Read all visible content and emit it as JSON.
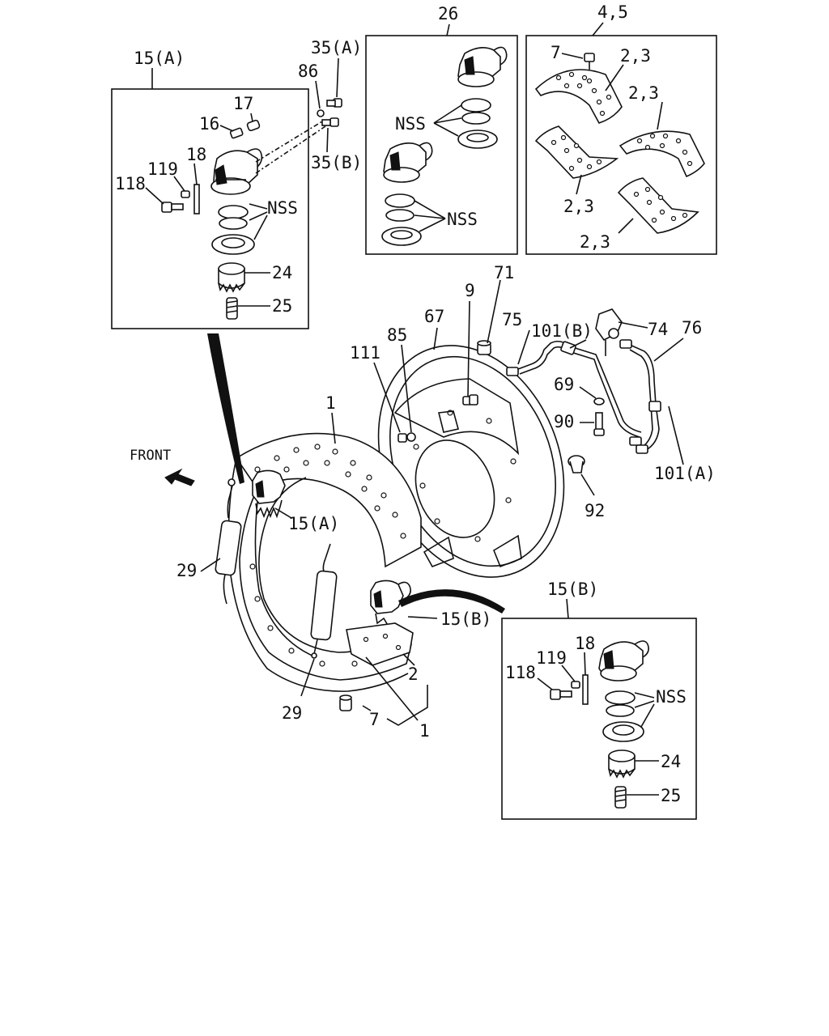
{
  "diagram": {
    "labels": {
      "box_15a_title": "15(A)",
      "box_26_title": "26",
      "box_45_title": "4,5",
      "box_15b_title": "15(B)",
      "l_17": "17",
      "l_16": "16",
      "l_18a": "18",
      "l_119a": "119",
      "l_118a": "118",
      "l_nss_a": "NSS",
      "l_24a": "24",
      "l_25a": "25",
      "l_86": "86",
      "l_35a": "35(A)",
      "l_35b": "35(B)",
      "l_nss_26a": "NSS",
      "l_nss_26b": "NSS",
      "l_7a": "7",
      "l_23a": "2,3",
      "l_23b": "2,3",
      "l_23c": "2,3",
      "l_23d": "2,3",
      "l_71": "71",
      "l_9": "9",
      "l_67": "67",
      "l_75": "75",
      "l_101b": "101(B)",
      "l_74": "74",
      "l_76": "76",
      "l_111": "111",
      "l_85": "85",
      "l_69": "69",
      "l_90": "90",
      "l_101a": "101(A)",
      "l_92": "92",
      "l_1a": "1",
      "l_front": "FRONT",
      "l_15a_main": "15(A)",
      "l_29a": "29",
      "l_15b_main": "15(B)",
      "l_2": "2",
      "l_29b": "29",
      "l_7b": "7",
      "l_1b": "1",
      "l_18b": "18",
      "l_119b": "119",
      "l_118b": "118",
      "l_nss_b": "NSS",
      "l_24b": "24",
      "l_25b": "25"
    },
    "icons": [
      "front-arrow-icon"
    ]
  }
}
